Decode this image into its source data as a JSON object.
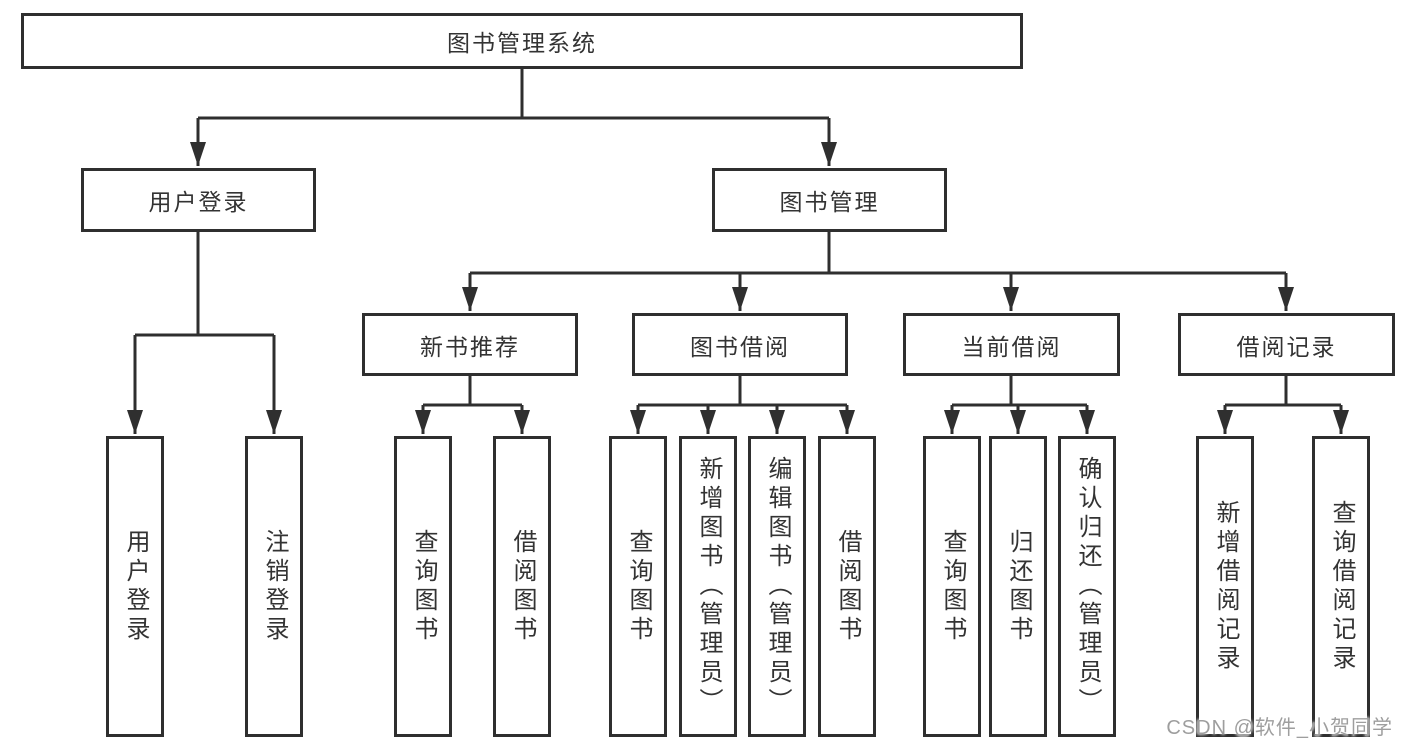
{
  "diagram": {
    "root": {
      "label": "图书管理系统"
    },
    "level2": [
      {
        "label": "用户登录"
      },
      {
        "label": "图书管理"
      }
    ],
    "level3": [
      {
        "label": "新书推荐",
        "parent": "图书管理"
      },
      {
        "label": "图书借阅",
        "parent": "图书管理"
      },
      {
        "label": "当前借阅",
        "parent": "图书管理"
      },
      {
        "label": "借阅记录",
        "parent": "图书管理"
      }
    ],
    "leaves": [
      {
        "label": "用户登录",
        "parent": "用户登录"
      },
      {
        "label": "注销登录",
        "parent": "用户登录"
      },
      {
        "label": "查询图书",
        "parent": "新书推荐"
      },
      {
        "label": "借阅图书",
        "parent": "新书推荐"
      },
      {
        "label": "查询图书",
        "parent": "图书借阅"
      },
      {
        "label": "新增图书（管理员）",
        "parent": "图书借阅"
      },
      {
        "label": "编辑图书（管理员）",
        "parent": "图书借阅"
      },
      {
        "label": "借阅图书",
        "parent": "图书借阅"
      },
      {
        "label": "查询图书",
        "parent": "当前借阅"
      },
      {
        "label": "归还图书",
        "parent": "当前借阅"
      },
      {
        "label": "确认归还（管理员）",
        "parent": "当前借阅"
      },
      {
        "label": "新增借阅记录",
        "parent": "借阅记录"
      },
      {
        "label": "查询借阅记录",
        "parent": "借阅记录"
      }
    ]
  },
  "watermark": {
    "text": "CSDN @软件_小贺同学"
  },
  "colors": {
    "line": "#2f2f2f",
    "text": "#333333",
    "background": "#ffffff",
    "watermark": "#9e9e9e"
  }
}
